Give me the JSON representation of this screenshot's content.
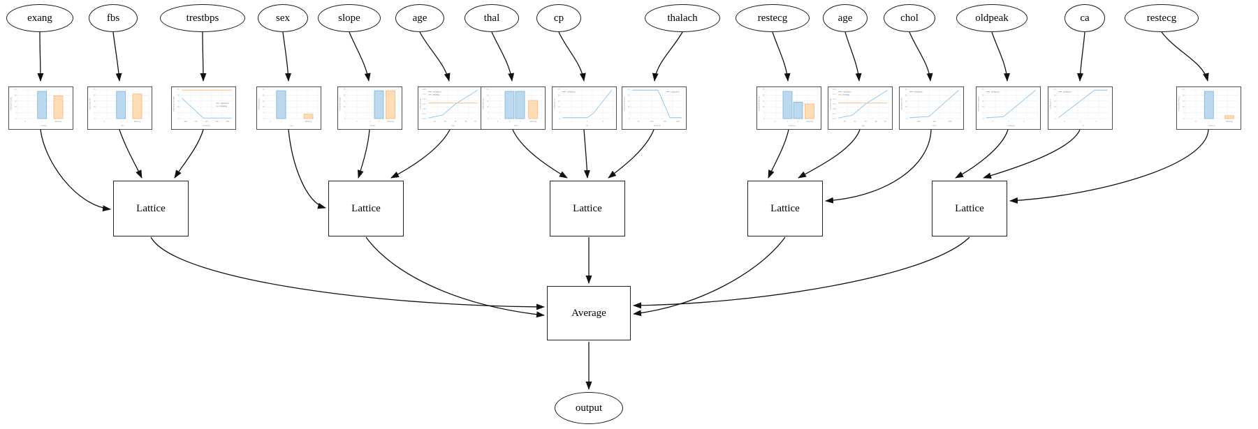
{
  "diagram": {
    "type": "feature-calibration-lattice-ensemble-graph",
    "features": [
      {
        "label": "exang",
        "chart": 0
      },
      {
        "label": "fbs",
        "chart": 1
      },
      {
        "label": "trestbps",
        "chart": 2
      },
      {
        "label": "sex",
        "chart": 3
      },
      {
        "label": "slope",
        "chart": 4
      },
      {
        "label": "age",
        "chart": 5
      },
      {
        "label": "thal",
        "chart": 6
      },
      {
        "label": "cp",
        "chart": 7
      },
      {
        "label": "thalach",
        "chart": 8
      },
      {
        "label": "restecg",
        "chart": 9
      },
      {
        "label": "age",
        "chart": 10
      },
      {
        "label": "chol",
        "chart": 11
      },
      {
        "label": "oldpeak",
        "chart": 12
      },
      {
        "label": "ca",
        "chart": 13
      },
      {
        "label": "restecg",
        "chart": 14
      }
    ],
    "groups": [
      [
        "exang",
        "fbs",
        "trestbps"
      ],
      [
        "sex",
        "slope",
        "age"
      ],
      [
        "thal",
        "cp",
        "thalach"
      ],
      [
        "restecg",
        "age",
        "chol"
      ],
      [
        "oldpeak",
        "ca",
        "restecg"
      ]
    ],
    "lattice_label": "Lattice",
    "lattice_count": 5,
    "average_label": "Average",
    "output_label": "output"
  },
  "chart_data": [
    {
      "name": "exang",
      "type": "bar",
      "ylabel": "calibrated exang",
      "yticks": [
        "25",
        "20",
        "15",
        "10",
        "5",
        "0"
      ],
      "bars": [
        {
          "p": 0.47,
          "h": 0.93,
          "series": "calibrated"
        },
        {
          "p": 0.78,
          "h": 0.78,
          "series": "missing"
        }
      ],
      "xticks": [
        {
          "p": 0.15,
          "t": "0"
        },
        {
          "p": 0.47,
          "t": "1"
        },
        {
          "p": 0.78,
          "t": "Missing"
        }
      ],
      "xlabel": "exang"
    },
    {
      "name": "fbs",
      "type": "bar",
      "ylabel": "calibrated fbs",
      "yticks": [
        "25",
        "20",
        "15",
        "10",
        "5",
        "0"
      ],
      "bars": [
        {
          "p": 0.47,
          "h": 0.93,
          "series": "calibrated"
        },
        {
          "p": 0.78,
          "h": 0.84,
          "series": "missing"
        }
      ],
      "xticks": [
        {
          "p": 0.15,
          "t": "0"
        },
        {
          "p": 0.47,
          "t": "1"
        },
        {
          "p": 0.78,
          "t": "Missing"
        }
      ],
      "xlabel": "fbs"
    },
    {
      "name": "trestbps",
      "type": "line",
      "ylabel": "calibrated trestbps",
      "yticks": [
        "25",
        "20",
        "15",
        "10",
        "5",
        "0"
      ],
      "series": [
        {
          "name": "calibrated",
          "color": "blue",
          "pts": [
            [
              0.03,
              0.7
            ],
            [
              0.44,
              0.02
            ],
            [
              0.98,
              0.02
            ]
          ]
        },
        {
          "name": "missing",
          "color": "orange",
          "pts": [
            [
              0.03,
              0.97
            ],
            [
              0.98,
              0.97
            ]
          ]
        }
      ],
      "legend": {
        "pos": "mr",
        "entries": [
          "calibrated",
          "missing"
        ]
      },
      "xticks": [
        {
          "p": 0.1,
          "t": "100"
        },
        {
          "p": 0.3,
          "t": "120"
        },
        {
          "p": 0.5,
          "t": "140"
        },
        {
          "p": 0.7,
          "t": "160"
        },
        {
          "p": 0.9,
          "t": "180"
        }
      ],
      "xlabel": "trestbps"
    },
    {
      "name": "sex",
      "type": "bar",
      "ylabel": "calibrated sex",
      "yticks": [
        "25",
        "20",
        "15",
        "10",
        "5",
        "0"
      ],
      "bars": [
        {
          "p": 0.3,
          "h": 0.95,
          "series": "calibrated"
        },
        {
          "p": 0.82,
          "h": 0.15,
          "series": "missing"
        }
      ],
      "xticks": [
        {
          "p": 0.1,
          "t": "0"
        },
        {
          "p": 0.3,
          "t": "1"
        },
        {
          "p": 0.82,
          "t": "Missing"
        }
      ],
      "xlabel": "sex"
    },
    {
      "name": "slope",
      "type": "bar",
      "ylabel": "calibrated slope",
      "yticks": [
        "25",
        "20",
        "15",
        "10",
        "5",
        "0"
      ],
      "bars": [
        {
          "p": 0.62,
          "h": 0.95,
          "series": "calibrated"
        },
        {
          "p": 0.84,
          "h": 0.95,
          "series": "missing"
        }
      ],
      "xticks": [
        {
          "p": 0.2,
          "t": "1"
        },
        {
          "p": 0.45,
          "t": "2"
        },
        {
          "p": 0.62,
          "t": "3"
        },
        {
          "p": 0.84,
          "t": "Missing"
        }
      ],
      "xlabel": "slope"
    },
    {
      "name": "age",
      "type": "line",
      "ylabel": "calibrated age",
      "yticks": [
        "2.00",
        "1.75",
        "1.50",
        "1.25",
        "1.00",
        "0.75",
        "0.50"
      ],
      "series": [
        {
          "name": "calibrated",
          "color": "blue",
          "pts": [
            [
              0.03,
              0.02
            ],
            [
              0.3,
              0.12
            ],
            [
              0.55,
              0.5
            ],
            [
              0.8,
              0.78
            ],
            [
              0.97,
              0.97
            ]
          ]
        },
        {
          "name": "missing",
          "color": "orange",
          "pts": [
            [
              0.03,
              0.53
            ],
            [
              0.97,
              0.53
            ]
          ]
        }
      ],
      "legend": {
        "pos": "tl",
        "entries": [
          "calibrated",
          "missing"
        ]
      },
      "xticks": [
        {
          "p": 0.15,
          "t": "30"
        },
        {
          "p": 0.35,
          "t": "40"
        },
        {
          "p": 0.55,
          "t": "50"
        },
        {
          "p": 0.75,
          "t": "60"
        },
        {
          "p": 0.92,
          "t": "70"
        }
      ],
      "xlabel": "age"
    },
    {
      "name": "thal",
      "type": "bar",
      "ylabel": "calibrated thal",
      "yticks": [
        "25",
        "20",
        "15",
        "10",
        "5",
        "0"
      ],
      "bars": [
        {
          "p": 0.38,
          "h": 0.93,
          "series": "calibrated"
        },
        {
          "p": 0.58,
          "h": 0.93,
          "series": "calibrated"
        },
        {
          "p": 0.83,
          "h": 0.62,
          "series": "missing"
        }
      ],
      "xticks": [
        {
          "p": 0.15,
          "t": "3"
        },
        {
          "p": 0.38,
          "t": "6"
        },
        {
          "p": 0.58,
          "t": "7"
        },
        {
          "p": 0.83,
          "t": "Missing"
        }
      ],
      "xlabel": "thal"
    },
    {
      "name": "cp",
      "type": "line",
      "ylabel": "calibrated cp",
      "yticks": [
        "25",
        "20",
        "15",
        "10",
        "5",
        "0"
      ],
      "series": [
        {
          "name": "calibrated",
          "color": "blue",
          "pts": [
            [
              0.03,
              0.03
            ],
            [
              0.5,
              0.03
            ],
            [
              0.62,
              0.18
            ],
            [
              0.97,
              0.97
            ]
          ]
        }
      ],
      "legend": {
        "pos": "tl",
        "entries": [
          "calibrated"
        ]
      },
      "xticks": [
        {
          "p": 0.2,
          "t": "1"
        },
        {
          "p": 0.5,
          "t": "2"
        },
        {
          "p": 0.8,
          "t": "3"
        }
      ],
      "xlabel": "cp"
    },
    {
      "name": "thalach",
      "type": "line",
      "ylabel": "calibrated thalach",
      "yticks": [
        "25",
        "20",
        "15",
        "10",
        "5",
        "0"
      ],
      "series": [
        {
          "name": "calibrated",
          "color": "blue",
          "pts": [
            [
              0.03,
              0.97
            ],
            [
              0.52,
              0.97
            ],
            [
              0.75,
              0.03
            ],
            [
              0.97,
              0.03
            ]
          ]
        }
      ],
      "legend": {
        "pos": "tr",
        "entries": [
          "calibrated"
        ]
      },
      "xticks": [
        {
          "p": 0.15,
          "t": "80"
        },
        {
          "p": 0.4,
          "t": "120"
        },
        {
          "p": 0.65,
          "t": "160"
        },
        {
          "p": 0.9,
          "t": "200"
        }
      ],
      "xlabel": "thalach"
    },
    {
      "name": "restecg",
      "type": "bar",
      "ylabel": "calibrated restecg",
      "yticks": [
        "25",
        "20",
        "15",
        "10",
        "5",
        "0"
      ],
      "bars": [
        {
          "p": 0.42,
          "h": 0.93,
          "series": "calibrated"
        },
        {
          "p": 0.62,
          "h": 0.56,
          "series": "calibrated"
        },
        {
          "p": 0.84,
          "h": 0.5,
          "series": "missing"
        }
      ],
      "xticks": [
        {
          "p": 0.18,
          "t": "0"
        },
        {
          "p": 0.42,
          "t": "1"
        },
        {
          "p": 0.62,
          "t": "2"
        },
        {
          "p": 0.84,
          "t": "Missing"
        }
      ],
      "xlabel": "restecg"
    },
    {
      "name": "age",
      "type": "line",
      "ylabel": "calibrated age",
      "yticks": [
        "2.00",
        "1.75",
        "1.50",
        "1.25",
        "1.00",
        "0.75",
        "0.50"
      ],
      "series": [
        {
          "name": "calibrated",
          "color": "blue",
          "pts": [
            [
              0.03,
              0.02
            ],
            [
              0.3,
              0.12
            ],
            [
              0.55,
              0.5
            ],
            [
              0.8,
              0.78
            ],
            [
              0.97,
              0.97
            ]
          ]
        },
        {
          "name": "missing",
          "color": "orange",
          "pts": [
            [
              0.03,
              0.53
            ],
            [
              0.97,
              0.53
            ]
          ]
        }
      ],
      "legend": {
        "pos": "tl",
        "entries": [
          "calibrated",
          "missing"
        ]
      },
      "xticks": [
        {
          "p": 0.15,
          "t": "30"
        },
        {
          "p": 0.35,
          "t": "40"
        },
        {
          "p": 0.55,
          "t": "50"
        },
        {
          "p": 0.75,
          "t": "60"
        },
        {
          "p": 0.92,
          "t": "70"
        }
      ],
      "xlabel": "age"
    },
    {
      "name": "chol",
      "type": "line",
      "ylabel": "calibrated chol",
      "yticks": [
        "25",
        "20",
        "15",
        "10",
        "5",
        "0"
      ],
      "series": [
        {
          "name": "calibrated",
          "color": "blue",
          "pts": [
            [
              0.03,
              0.03
            ],
            [
              0.4,
              0.07
            ],
            [
              0.7,
              0.55
            ],
            [
              0.97,
              0.97
            ]
          ]
        }
      ],
      "legend": {
        "pos": "tl",
        "entries": [
          "calibrated"
        ]
      },
      "xticks": [
        {
          "p": 0.2,
          "t": "200"
        },
        {
          "p": 0.5,
          "t": "300"
        },
        {
          "p": 0.8,
          "t": "400"
        }
      ],
      "xlabel": "chol"
    },
    {
      "name": "oldpeak",
      "type": "line",
      "ylabel": "calibrated oldpeak",
      "yticks": [
        "25",
        "20",
        "15",
        "10",
        "5",
        "0"
      ],
      "series": [
        {
          "name": "calibrated",
          "color": "blue",
          "pts": [
            [
              0.03,
              0.03
            ],
            [
              0.35,
              0.06
            ],
            [
              0.97,
              0.97
            ]
          ]
        }
      ],
      "legend": {
        "pos": "tl",
        "entries": [
          "calibrated"
        ]
      },
      "xticks": [
        {
          "p": 0.15,
          "t": "0"
        },
        {
          "p": 0.45,
          "t": "2"
        },
        {
          "p": 0.75,
          "t": "4"
        }
      ],
      "xlabel": "oldpeak"
    },
    {
      "name": "ca",
      "type": "line",
      "ylabel": "calibrated ca",
      "yticks": [
        "25",
        "20",
        "15",
        "10",
        "5",
        "0"
      ],
      "series": [
        {
          "name": "calibrated",
          "color": "blue",
          "pts": [
            [
              0.03,
              0.03
            ],
            [
              0.72,
              0.97
            ],
            [
              0.97,
              0.97
            ]
          ]
        }
      ],
      "legend": {
        "pos": "tl",
        "entries": [
          "calibrated"
        ]
      },
      "xticks": [
        {
          "p": 0.15,
          "t": "0"
        },
        {
          "p": 0.45,
          "t": "1"
        },
        {
          "p": 0.75,
          "t": "2"
        }
      ],
      "xlabel": "ca"
    },
    {
      "name": "restecg",
      "type": "bar",
      "ylabel": "calibrated restecg",
      "yticks": [
        "25",
        "20",
        "15",
        "10",
        "5",
        "0"
      ],
      "bars": [
        {
          "p": 0.45,
          "h": 0.93,
          "series": "calibrated"
        },
        {
          "p": 0.84,
          "h": 0.1,
          "series": "missing"
        }
      ],
      "xticks": [
        {
          "p": 0.2,
          "t": "0"
        },
        {
          "p": 0.45,
          "t": "1"
        },
        {
          "p": 0.84,
          "t": "Missing"
        }
      ],
      "xlabel": "restecg"
    }
  ],
  "colors": {
    "bar_blue_fill": "#bcd8ef",
    "bar_blue_edge": "#6baed6",
    "bar_orange_fill": "#fddcb6",
    "bar_orange_edge": "#fdae6b",
    "line_blue": "#8ec4e8",
    "line_orange": "#fdbe85",
    "grid": "#e6eaf2",
    "axis_text": "#999999",
    "edge_color": "#111111"
  }
}
